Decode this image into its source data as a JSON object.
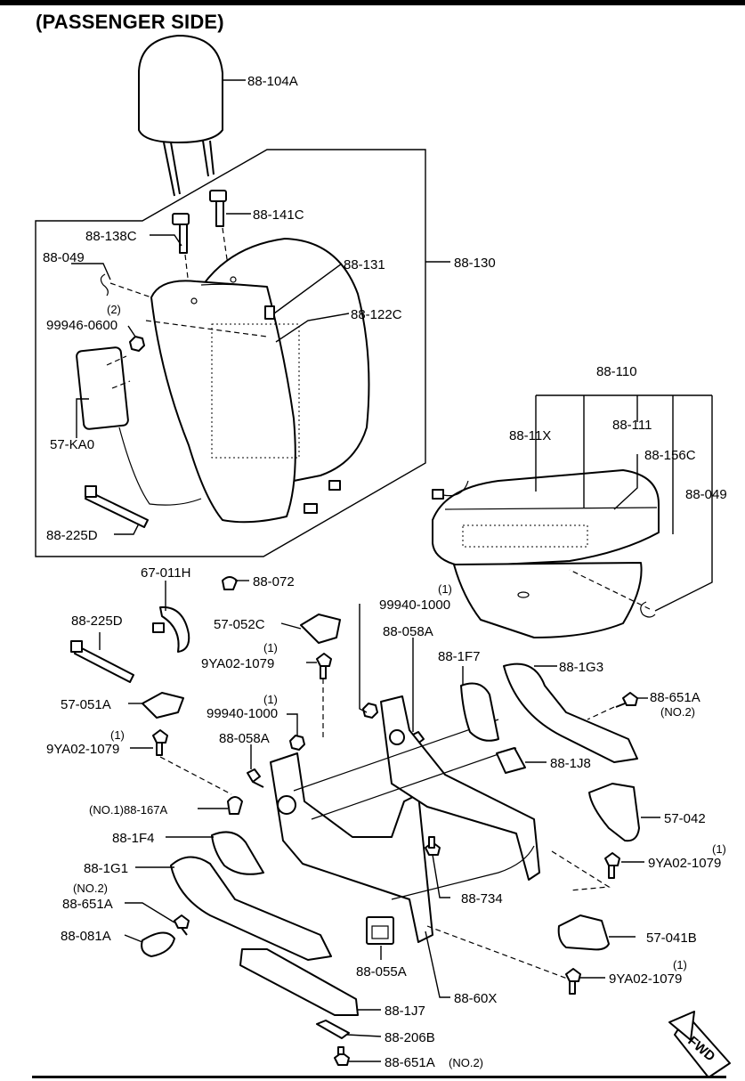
{
  "title": "(PASSENGER SIDE)",
  "fwd_label": "FWD",
  "callouts": {
    "c_88_104A": "88-104A",
    "c_88_141C": "88-141C",
    "c_88_138C": "88-138C",
    "c_88_049_a": "88-049",
    "c_88_131": "88-131",
    "c_88_130": "88-130",
    "c_88_122C": "88-122C",
    "c_2": "(2)",
    "c_99946_0600": "99946-0600",
    "c_57_KA0": "57-KA0",
    "c_88_225D_a": "88-225D",
    "c_88_110": "88-110",
    "c_88_11X": "88-11X",
    "c_88_111": "88-111",
    "c_88_156C": "88-156C",
    "c_88_049_b": "88-049",
    "c_67_011H": "67-011H",
    "c_88_072": "88-072",
    "c_99940_1000_a_q": "(1)",
    "c_99940_1000_a": "99940-1000",
    "c_88_225D_b": "88-225D",
    "c_57_052C": "57-052C",
    "c_9YA_a_q": "(1)",
    "c_9YA02_1079_a": "9YA02-1079",
    "c_88_058A_a": "88-058A",
    "c_88_1F7": "88-1F7",
    "c_88_1G3": "88-1G3",
    "c_88_651A_a": "88-651A",
    "c_no2_a": "(NO.2)",
    "c_57_051A": "57-051A",
    "c_99940_1000_b_q": "(1)",
    "c_99940_1000_b": "99940-1000",
    "c_9YA_b_q": "(1)",
    "c_9YA02_1079_b": "9YA02-1079",
    "c_88_058A_b": "88-058A",
    "c_88_1J8": "88-1J8",
    "c_88_167A": "(NO.1)88-167A",
    "c_57_042": "57-042",
    "c_88_1F4": "88-1F4",
    "c_9YA_c_q": "(1)",
    "c_9YA02_1079_c": "9YA02-1079",
    "c_88_1G1": "88-1G1",
    "c_no2_b": "(NO.2)",
    "c_88_651A_b": "88-651A",
    "c_88_734": "88-734",
    "c_88_081A": "88-081A",
    "c_57_041B": "57-041B",
    "c_88_055A": "88-055A",
    "c_9YA_d_q": "(1)",
    "c_9YA02_1079_d": "9YA02-1079",
    "c_88_60X": "88-60X",
    "c_88_1J7": "88-1J7",
    "c_88_206B": "88-206B",
    "c_88_651A_c": "88-651A",
    "c_no2_c": "(NO.2)"
  }
}
